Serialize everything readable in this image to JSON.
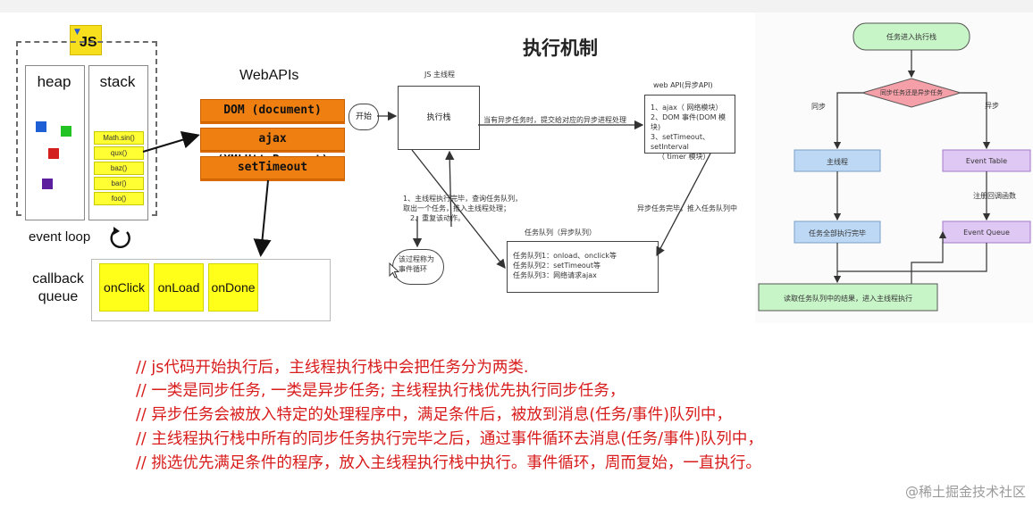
{
  "panel1": {
    "js_badge": "JS",
    "heap_label": "heap",
    "stack_label": "stack",
    "stack_frames": [
      "Math.sin()",
      "qux()",
      "baz()",
      "bar()",
      "foo()"
    ],
    "webapis_title": "WebAPIs",
    "webapis": [
      "DOM (document)",
      "ajax (XMLHttpRequest)",
      "setTimeout"
    ],
    "event_loop_label": "event loop",
    "callback_queue_label": "callback\nqueue",
    "callback_items": [
      "onClick",
      "onLoad",
      "onDone"
    ],
    "colors": {
      "heap_sq": [
        "#1f5fd6",
        "#22c322",
        "#d41f1f",
        "#5b1f9e"
      ],
      "webapi": "#f07f12",
      "frame": "#ffff33"
    }
  },
  "panel2": {
    "title": "执行机制",
    "start": "开始",
    "main_thread_label": "JS 主线程",
    "exec_stack": "执行栈",
    "async_note": "当有异步任务时，提交给对应的异步进程处理",
    "webapi_title": "web API(异步API)",
    "webapi_list": [
      "1、ajax（ 网络模块）",
      "2、DOM 事件(DOM 模块)",
      "3、setTimeout、setInterval",
      "（ timer 模块）"
    ],
    "async_done": "异步任务完毕，推入任务队列中",
    "steps": [
      "1、主线程执行完毕，查询任务队列，",
      "取出一个任务，推入主线程处理；",
      "2、重复该动作。"
    ],
    "loop_label": "该过程称为事件循环",
    "queue_title": "任务队列（异步队列）",
    "queue_items": [
      "任务队列1：onload、onclick等",
      "任务队列2：setTimeout等",
      "任务队列3：网络请求ajax"
    ]
  },
  "panel3": {
    "start": "任务进入执行栈",
    "decision": "同步任务还是异步任务",
    "sync": "同步",
    "async": "异步",
    "main_thread": "主线程",
    "event_table": "Event Table",
    "register": "注册回调函数",
    "all_done": "任务全部执行完毕",
    "event_queue": "Event Queue",
    "final": "读取任务队列中的结果，进入主线程执行",
    "colors": {
      "start": "#c8f5c8",
      "decision": "#f5a0a8",
      "blue": "#bcd8f4",
      "purple": "#e0c8f4"
    }
  },
  "comments": [
    "// js代码开始执行后，主线程执行栈中会把任务分为两类.",
    "// 一类是同步任务, 一类是异步任务; 主线程执行栈优先执行同步任务，",
    "// 异步任务会被放入特定的处理程序中，满足条件后，被放到消息(任务/事件)队列中，",
    "// 主线程执行栈中所有的同步任务执行完毕之后，通过事件循环去消息(任务/事件)队列中，",
    "// 挑选优先满足条件的程序，放入主线程执行栈中执行。事件循环，周而复始，一直执行。"
  ],
  "watermark": "@稀土掘金技术社区"
}
